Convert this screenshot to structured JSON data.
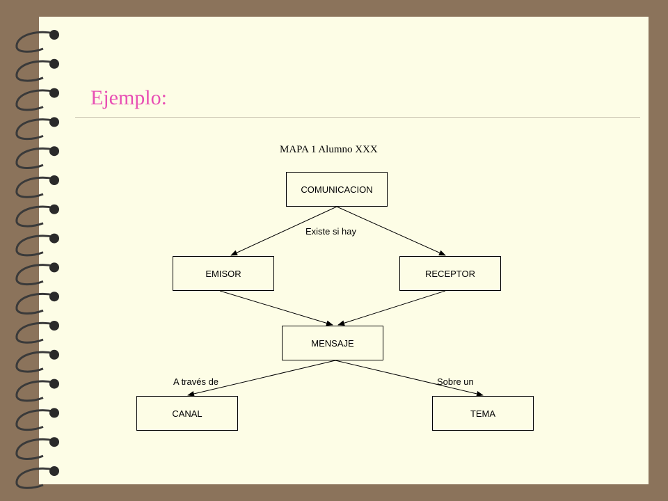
{
  "slide": {
    "title": "Ejemplo:"
  },
  "map": {
    "title": "MAPA 1 Alumno XXX",
    "nodes": {
      "comunicacion": "COMUNICACION",
      "emisor": "EMISOR",
      "receptor": "RECEPTOR",
      "mensaje": "MENSAJE",
      "canal": "CANAL",
      "tema": "TEMA"
    },
    "link_labels": {
      "existe": "Existe si hay",
      "a_traves": "A través de",
      "sobre": "Sobre un"
    }
  },
  "colors": {
    "background": "#8b735b",
    "page": "#fdfde6",
    "title": "#e84fb4"
  }
}
